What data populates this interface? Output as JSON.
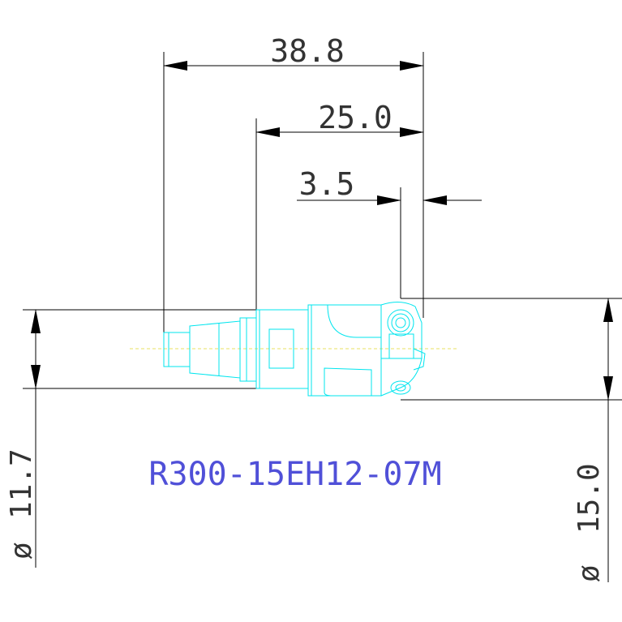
{
  "drawing": {
    "part_number": "R300-15EH12-07M",
    "dimensions": {
      "overall_length": "38.8",
      "body_length": "25.0",
      "head_offset": "3.5",
      "shank_diameter": "11.7",
      "head_diameter": "15.0",
      "diameter_symbol": "ø"
    },
    "colors": {
      "dimension_line": "#000000",
      "part_outline": "#00e5ee",
      "centerline": "#e8e060",
      "label": "#5050d8",
      "dimension_text": "#333333"
    }
  }
}
